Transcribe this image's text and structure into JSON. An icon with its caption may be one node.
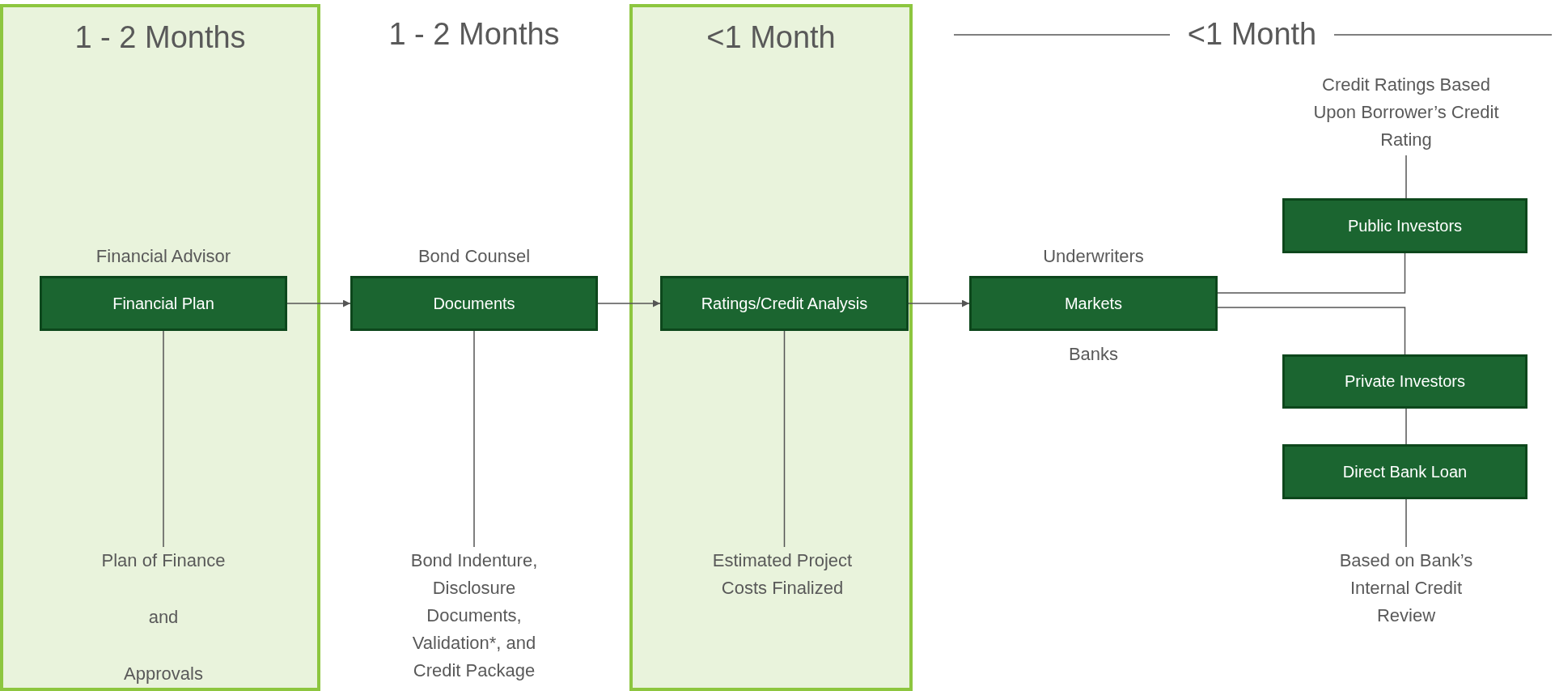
{
  "diagram": {
    "nodes": [
      {
        "text": [
          "1 - 2 Months"
        ]
      },
      {
        "text": [
          "Financial Plan"
        ],
        "in": 0,
        "beside": [
          "Financial Advisor"
        ]
      },
      {
        "text": [
          "Plan of Finance",
          "and",
          "Approvals"
        ],
        "in": 0
      },
      {
        "text": [
          "Documents"
        ],
        "beside": [
          "Bond Counsel"
        ]
      },
      {
        "text": [
          "Bond Indenture, Disclosure Documents, Validation*, and Credit Package"
        ]
      },
      {
        "text": [
          "<1 Month"
        ]
      },
      {
        "text": [
          "Ratings/Credit Analysis"
        ],
        "in": 5
      },
      {
        "text": [
          "Estimated Project Costs Finalized"
        ],
        "in": 5
      },
      {
        "text": [
          "Markets"
        ],
        "beside": [
          "Underwriters",
          "Banks"
        ]
      },
      {
        "text": [
          "Credit Ratings Based Upon Borrower’s Credit Rating"
        ]
      },
      {
        "text": [
          "Public Investors"
        ]
      },
      {
        "text": [
          "Private Investors"
        ]
      },
      {
        "text": [
          "Direct Bank Loan"
        ]
      },
      {
        "text": [
          "Based on Bank’s Internal Credit Review"
        ]
      }
    ],
    "edges": [
      {
        "from": 1,
        "to": 3,
        "arrow": "to"
      },
      {
        "from": 3,
        "to": 6,
        "arrow": "to"
      },
      {
        "from": 6,
        "to": 8,
        "arrow": "to"
      },
      {
        "from": 1,
        "to": 2,
        "arrow": "none"
      },
      {
        "from": 3,
        "to": 4,
        "arrow": "none"
      },
      {
        "from": 6,
        "to": 7,
        "arrow": "none"
      },
      {
        "from": 9,
        "to": 10,
        "arrow": "none"
      },
      {
        "from": 8,
        "to": 10,
        "arrow": "none"
      },
      {
        "from": 8,
        "to": 11,
        "arrow": "none"
      },
      {
        "from": 11,
        "to": 12,
        "arrow": "none"
      },
      {
        "from": 12,
        "to": 13,
        "arrow": "none"
      }
    ],
    "labels": [
      "1 - 2 Months",
      "<1 Month"
    ]
  }
}
